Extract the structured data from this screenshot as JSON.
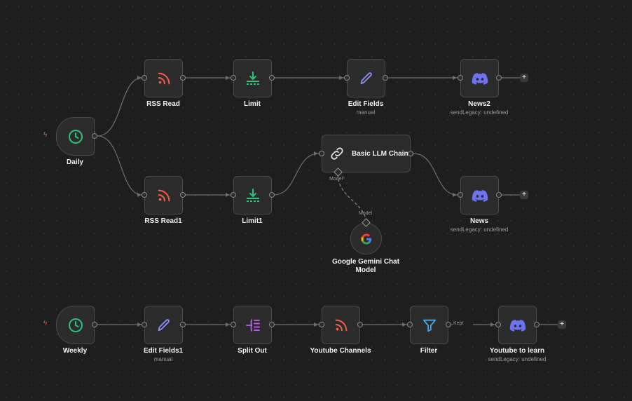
{
  "colors": {
    "rss": "#f0604a",
    "limit": "#2ec07d",
    "edit": "#8b8ef3",
    "discord": "#6c73f0",
    "clock": "#2ec07d",
    "split": "#b45ad8",
    "filter": "#4aa6e6",
    "trigger_bolt": "#e4574f",
    "required_star": "#e4574f"
  },
  "nodes": {
    "daily": {
      "label": "Daily",
      "icon": "clock-icon"
    },
    "rss_read": {
      "label": "RSS Read",
      "icon": "rss-icon"
    },
    "limit": {
      "label": "Limit",
      "icon": "download-icon"
    },
    "edit_fields": {
      "label": "Edit Fields",
      "subtitle": "manual",
      "icon": "pencil-icon"
    },
    "news2": {
      "label": "News2",
      "subtitle": "sendLegacy: undefined",
      "icon": "discord-icon"
    },
    "rss_read1": {
      "label": "RSS Read1",
      "icon": "rss-icon"
    },
    "limit1": {
      "label": "Limit1",
      "icon": "download-icon"
    },
    "basic_llm_chain": {
      "label": "Basic LLM Chain",
      "icon": "link-icon",
      "port_label": "Model",
      "port_required": "*"
    },
    "news": {
      "label": "News",
      "subtitle": "sendLegacy: undefined",
      "icon": "discord-icon"
    },
    "gemini": {
      "label": "Google Gemini Chat Model",
      "icon": "google-icon",
      "port_label": "Model"
    },
    "weekly": {
      "label": "Weekly",
      "icon": "clock-icon"
    },
    "edit_fields1": {
      "label": "Edit Fields1",
      "subtitle": "manual",
      "icon": "pencil-icon"
    },
    "split_out": {
      "label": "Split Out",
      "icon": "split-icon"
    },
    "youtube_channels": {
      "label": "Youtube Channels",
      "icon": "rss-icon"
    },
    "filter": {
      "label": "Filter",
      "icon": "filter-icon"
    },
    "youtube_to_learn": {
      "label": "Youtube to learn",
      "subtitle": "sendLegacy: undefined",
      "icon": "discord-icon"
    }
  },
  "connections": {
    "filter_output_label": "Kept",
    "add_button": "+"
  }
}
